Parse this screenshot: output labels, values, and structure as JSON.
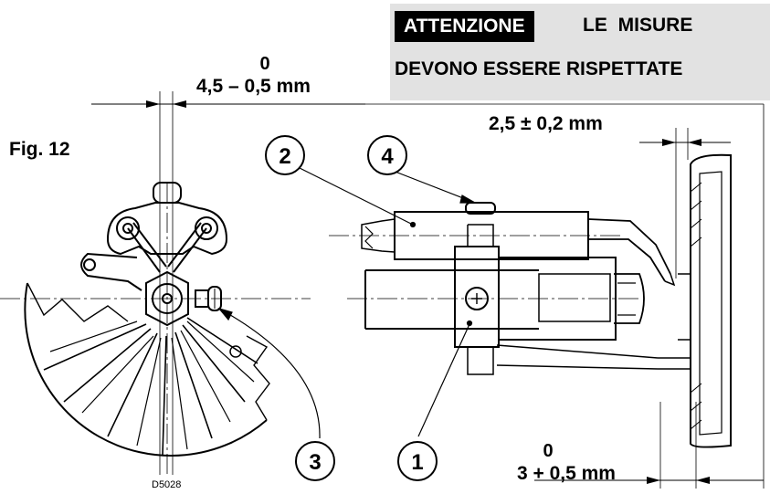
{
  "warning": {
    "tag": "ATTENZIONE",
    "line1": "LE MISURE",
    "line2": "DEVONO ESSERE RISPETTATE"
  },
  "figure": {
    "label": "Fig. 12",
    "code": "D5028"
  },
  "dimensions": {
    "top_zero": "0",
    "top_value": "4,5 – 0,5 mm",
    "right_value": "2,5 ± 0,2 mm",
    "bottom_zero": "0",
    "bottom_value": "3 + 0,5 mm"
  },
  "callouts": {
    "c1": "1",
    "c2": "2",
    "c3": "3",
    "c4": "4"
  }
}
